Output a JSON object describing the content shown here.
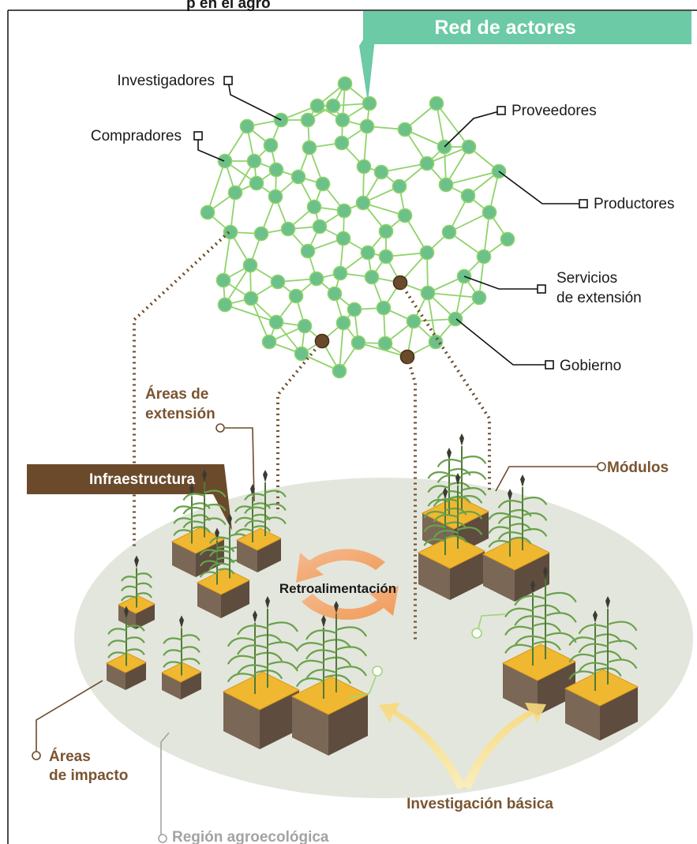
{
  "header": {
    "text": "p en el agro",
    "network_title": "Red de actores"
  },
  "network": {
    "labels": {
      "researchers": "Investigadores",
      "buyers": "Compradores",
      "suppliers": "Proveedores",
      "producers": "Productores",
      "extension_services_line1": "Servicios",
      "extension_services_line2": "de extensión",
      "government": "Gobierno"
    }
  },
  "field": {
    "infrastructure_label": "Infraestructura",
    "extension_areas_line1": "Áreas de",
    "extension_areas_line2": "extensión",
    "modules_label": "Módulos",
    "feedback_label": "Retroalimentación",
    "impact_areas_line1": "Áreas",
    "impact_areas_line2": "de impacto",
    "basic_research_label": "Investigación básica",
    "region_label": "Región agroecológica"
  },
  "colors": {
    "network_banner": "#6ccaa6",
    "node_fill": "#6cc08a",
    "node_edge": "#8fd36a",
    "brown_accent": "#6b4a2c",
    "label_brown": "#7a5431",
    "region_fill": "#e3e6dc",
    "soil": "#7b6756",
    "straw": "#f0b830",
    "feedback_arrow": "#f6a060",
    "research_arrow": "#fbe6a0"
  }
}
